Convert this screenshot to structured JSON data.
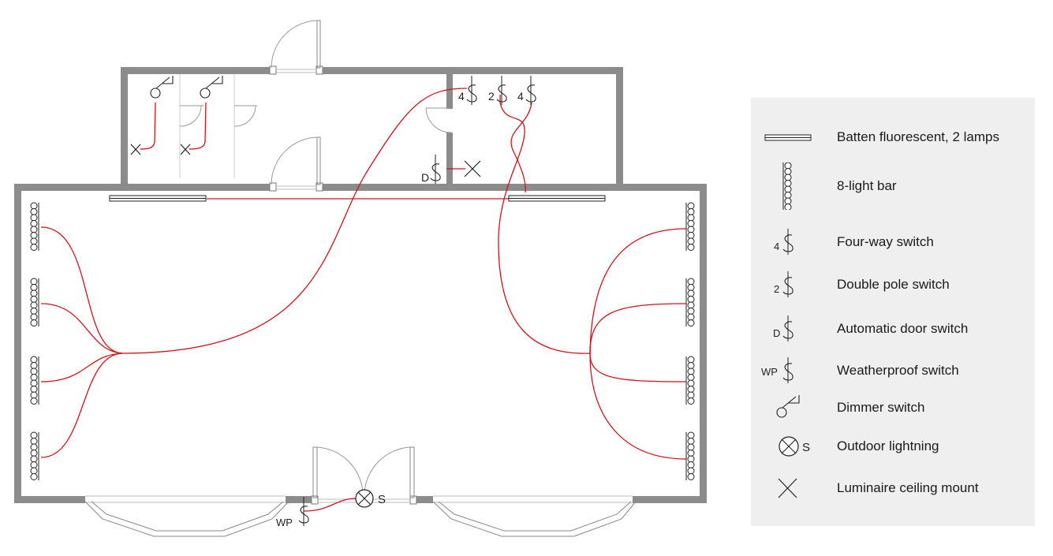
{
  "plan": {
    "switch_labels": {
      "four_way_a": "4",
      "double_pole": "2",
      "four_way_b": "4",
      "door": "D",
      "weatherproof": "WP",
      "outdoor": "S"
    }
  },
  "legend": {
    "items": [
      {
        "key": "batten",
        "label": "Batten fluorescent, 2 lamps"
      },
      {
        "key": "lightbar",
        "label": "8-light bar"
      },
      {
        "key": "fourway",
        "label": "Four-way switch",
        "prefix": "4"
      },
      {
        "key": "doublepole",
        "label": "Double pole switch",
        "prefix": "2"
      },
      {
        "key": "doorswitch",
        "label": "Automatic door switch",
        "prefix": "D"
      },
      {
        "key": "weatherproof",
        "label": "Weatherproof switch",
        "prefix": "WP"
      },
      {
        "key": "dimmer",
        "label": "Dimmer switch"
      },
      {
        "key": "outdoor",
        "label": "Outdoor lightning",
        "prefix": "S"
      },
      {
        "key": "luminaire",
        "label": "Luminaire ceiling mount"
      }
    ]
  },
  "colors": {
    "wall": "#8c8c8c",
    "wire": "#d0141b",
    "symbol": "#222222",
    "legend_bg": "#efefef"
  }
}
